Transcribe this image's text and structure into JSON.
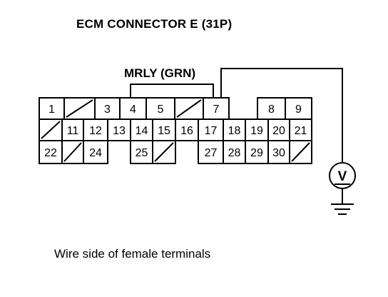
{
  "title": "ECM CONNECTOR E (31P)",
  "wire_label": "MRLY (GRN)",
  "caption": "Wire side of female terminals",
  "connector": {
    "rows": [
      [
        "1",
        "",
        "3",
        "4",
        "5",
        "",
        "7",
        null,
        "8",
        "9"
      ],
      [
        "",
        "11",
        "12",
        "13",
        "14",
        "15",
        "16",
        "17",
        "18",
        "19",
        "20",
        "21"
      ],
      [
        "22",
        "",
        "24",
        null,
        "25",
        "",
        null,
        "27",
        "28",
        "29",
        "30",
        ""
      ]
    ]
  },
  "meter": {
    "symbol": "V"
  }
}
